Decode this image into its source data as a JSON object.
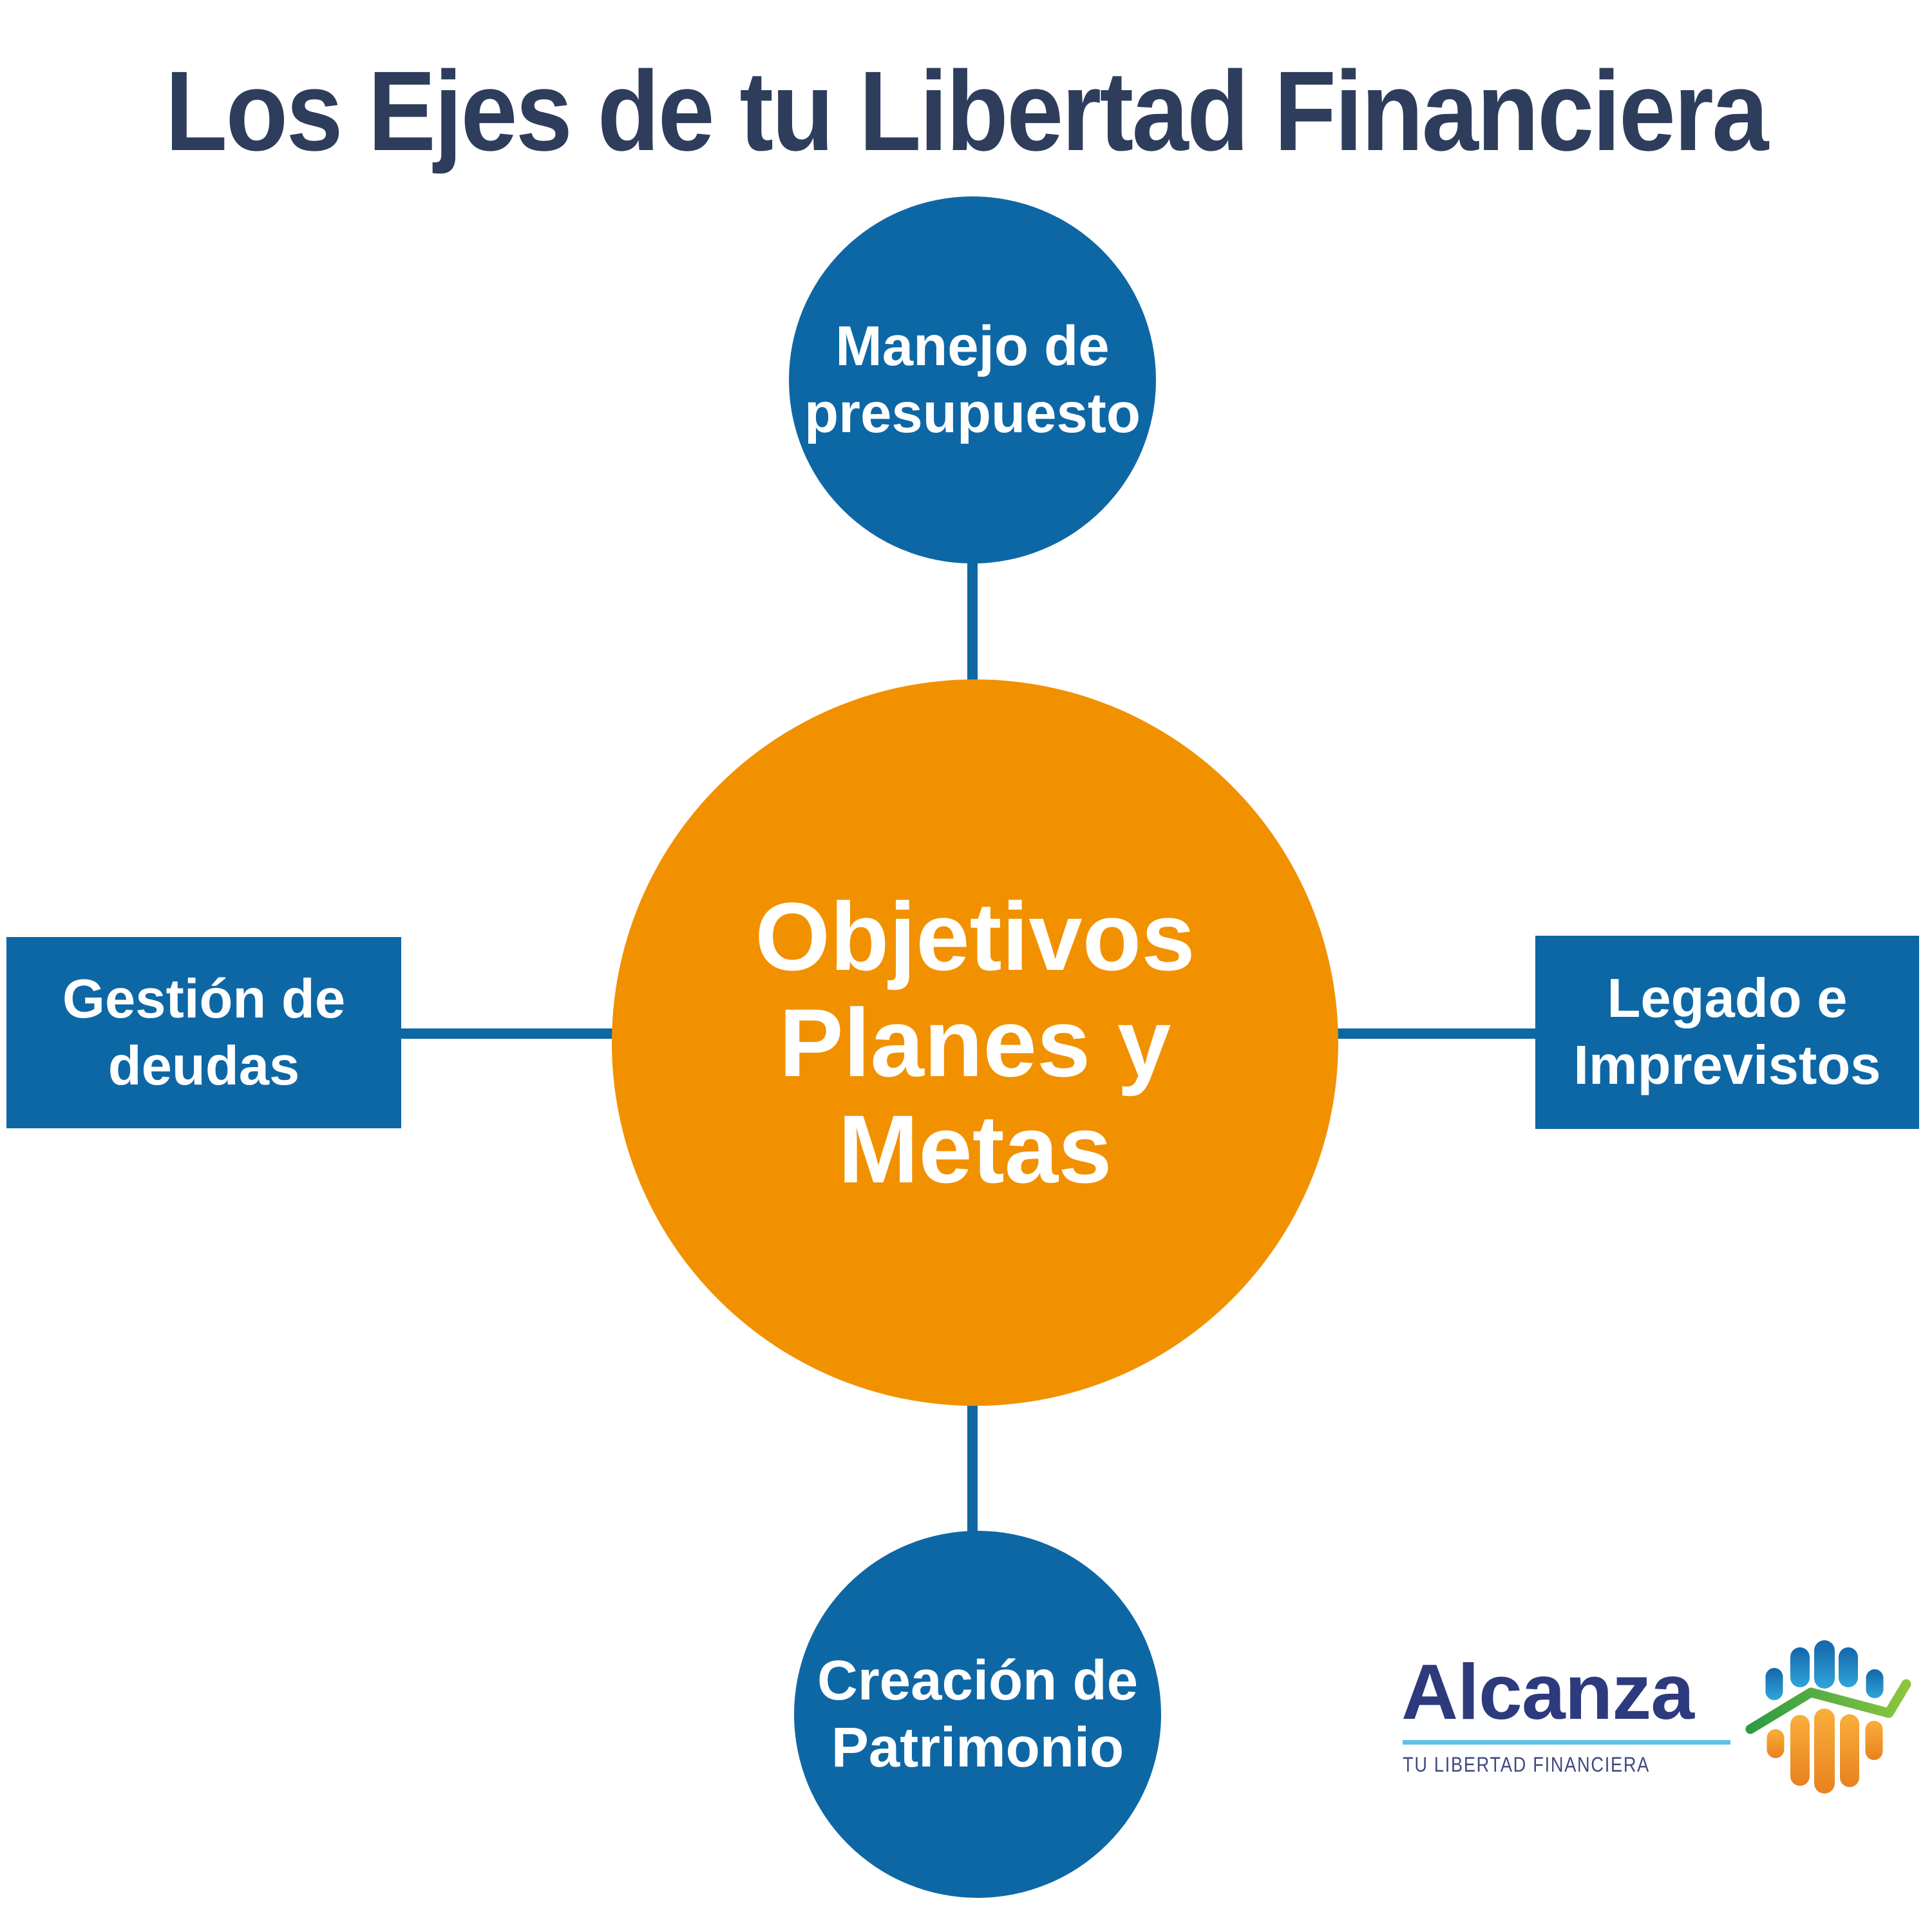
{
  "title": "Los Ejes de tu Libertad Financiera",
  "diagram": {
    "center_node": {
      "lines": [
        "Objetivos",
        "Planes y",
        "Metas"
      ]
    },
    "top_node": {
      "lines": [
        "Manejo de",
        "presupuesto"
      ]
    },
    "left_node": {
      "lines": [
        "Gestión de",
        "deudas"
      ]
    },
    "right_node": {
      "lines": [
        "Legado e",
        "Imprevistos"
      ]
    },
    "bottom_node": {
      "lines": [
        "Creación de",
        "Patrimonio"
      ]
    }
  },
  "logo": {
    "brand": "Alcanza",
    "tagline": "TU LIBERTAD FINANCIERA",
    "icon": "growth-hands-icon"
  },
  "colors": {
    "background": "#ffffff",
    "title_navy": "#2e3d5c",
    "node_blue": "#0e67a5",
    "center_orange": "#f19100",
    "connector_blue": "#0e67a5",
    "text_on_node": "#ffffff",
    "brand_navy": "#2d3a7d",
    "tagline_navy": "#3e4a7e",
    "rule_light_blue": "#5bc2e7",
    "icon_green_dark": "#2e9b44",
    "icon_green_light": "#8cc63f",
    "icon_blue_top": "#1565a9",
    "icon_blue_bottom": "#2fa5db",
    "icon_orange_top": "#f9ae3b",
    "icon_orange_bottom": "#e8821e"
  }
}
